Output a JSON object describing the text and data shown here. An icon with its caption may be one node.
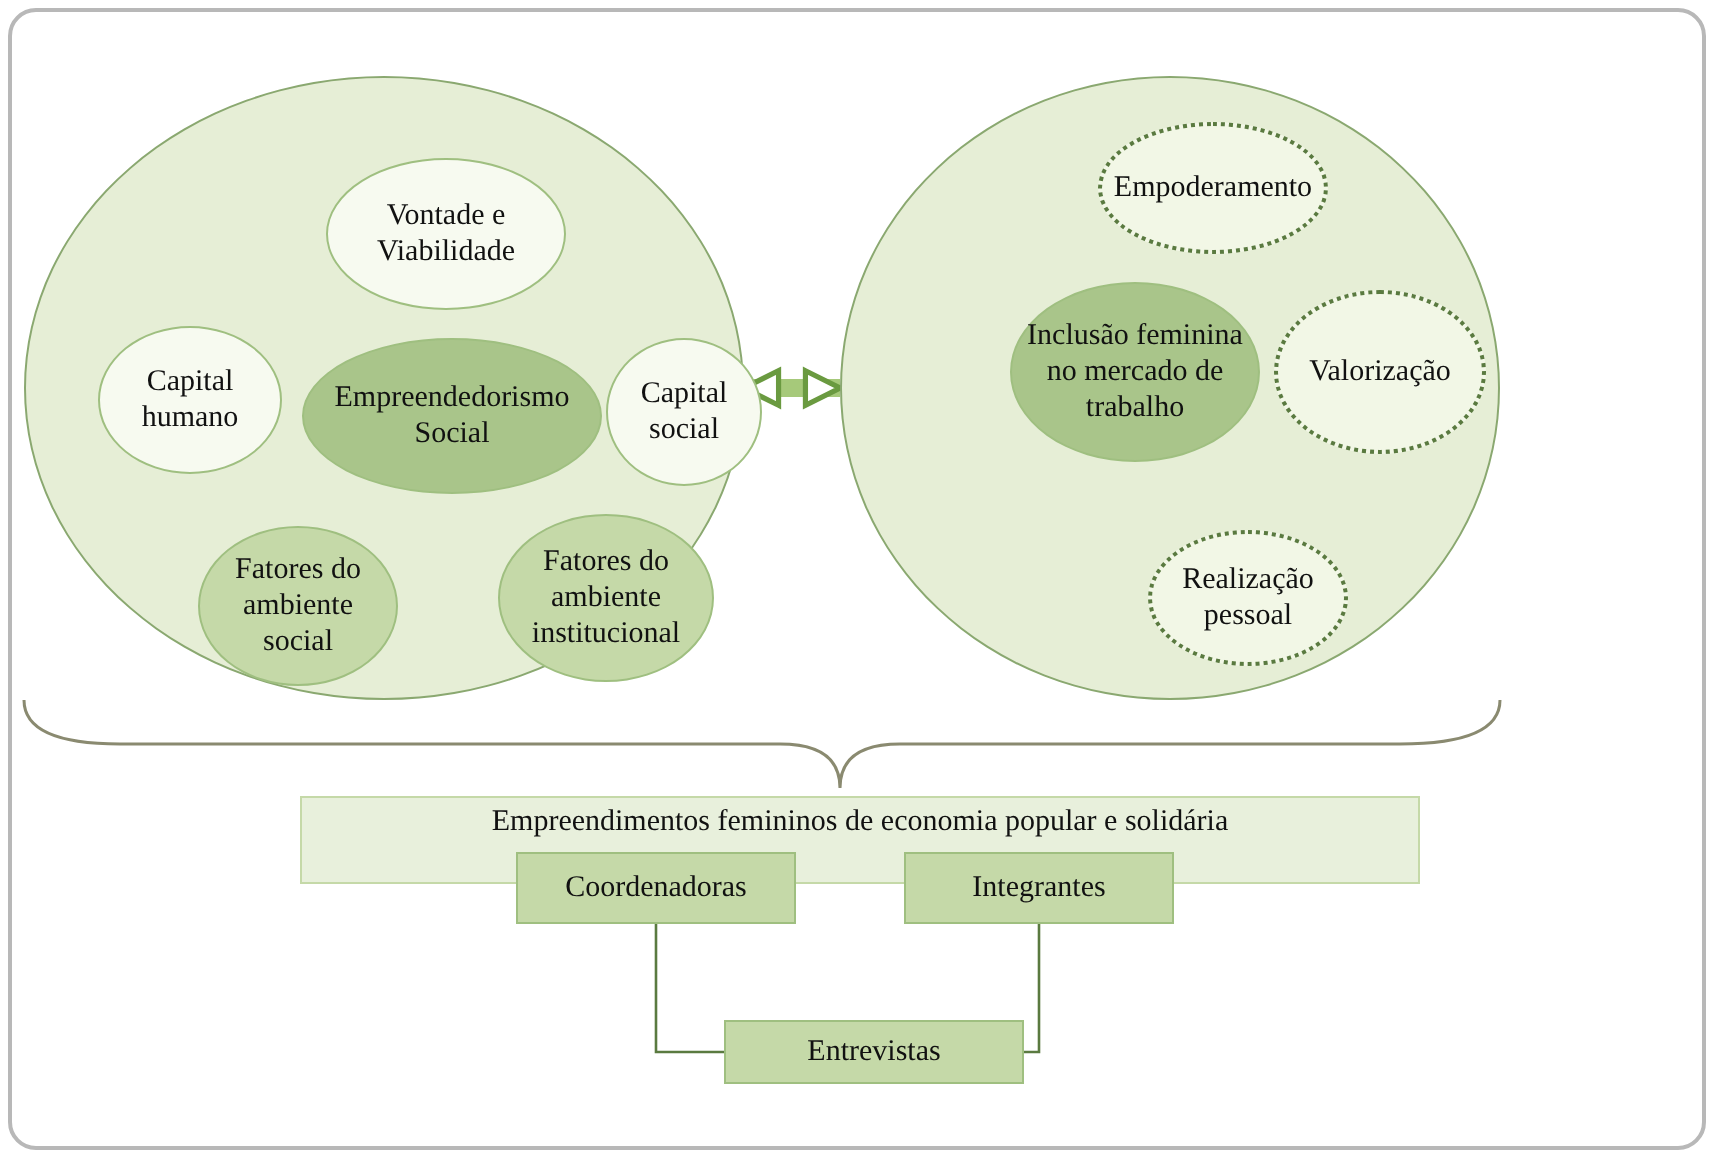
{
  "diagram": {
    "nodes": [
      {
        "text": [],
        "shape": "circle"
      },
      {
        "text": [
          "Vontade e Viabilidade"
        ],
        "in": 0
      },
      {
        "text": [
          "Capital humano"
        ],
        "in": 0
      },
      {
        "text": [
          "Empreendedorismo Social"
        ],
        "in": 0
      },
      {
        "text": [
          "Capital social"
        ],
        "in": 0
      },
      {
        "text": [
          "Fatores do ambiente social"
        ],
        "in": 0
      },
      {
        "text": [
          "Fatores do ambiente institucional"
        ],
        "in": 0
      },
      {
        "text": [],
        "shape": "circle"
      },
      {
        "text": [
          "Empoderamento"
        ],
        "in": 7
      },
      {
        "text": [
          "Inclusão feminina no mercado de trabalho"
        ],
        "in": 7
      },
      {
        "text": [
          "Valorização"
        ],
        "in": 7
      },
      {
        "text": [
          "Realização pessoal"
        ],
        "in": 7
      },
      {
        "text": [
          "Empreendimentos femininos de economia popular e solidária"
        ]
      },
      {
        "text": [
          "Coordenadoras"
        ]
      },
      {
        "text": [
          "Integrantes"
        ]
      },
      {
        "text": [
          "Entrevistas"
        ]
      }
    ],
    "edges": [
      {
        "from": 0,
        "to": 7,
        "arrow": "both",
        "style": "thick"
      },
      {
        "from": 13,
        "to": 15,
        "arrow": "none"
      },
      {
        "from": 14,
        "to": 15,
        "arrow": "none"
      }
    ]
  }
}
